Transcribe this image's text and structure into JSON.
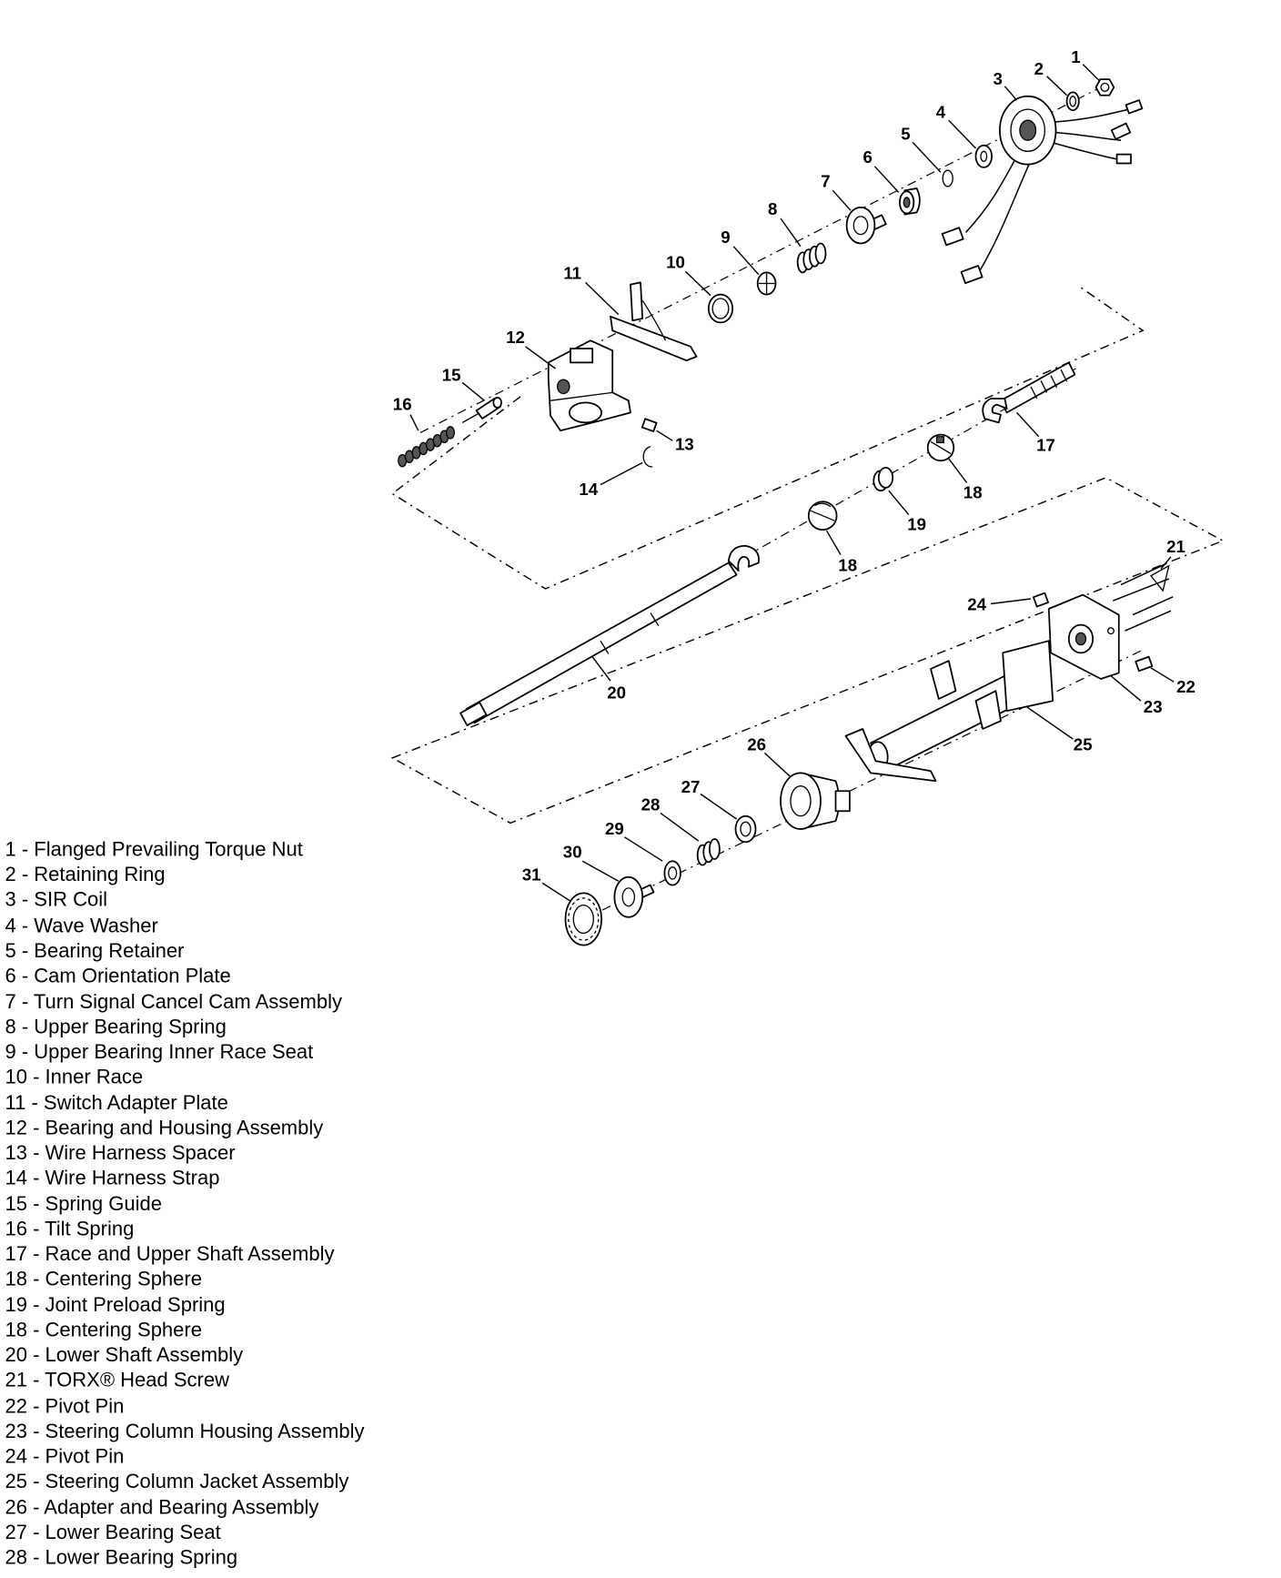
{
  "callouts": [
    "1",
    "2",
    "3",
    "4",
    "5",
    "6",
    "7",
    "8",
    "9",
    "10",
    "11",
    "12",
    "13",
    "14",
    "15",
    "16",
    "17",
    "18",
    "19",
    "18",
    "20",
    "21",
    "22",
    "23",
    "24",
    "25",
    "26",
    "27",
    "28",
    "29",
    "30",
    "31"
  ],
  "legend": [
    "1 - Flanged Prevailing Torque Nut",
    "2 - Retaining Ring",
    "3 - SIR Coil",
    "4 - Wave Washer",
    "5 - Bearing Retainer",
    "6 - Cam Orientation Plate",
    "7 - Turn Signal Cancel Cam Assembly",
    "8 - Upper Bearing Spring",
    "9 - Upper Bearing Inner Race Seat",
    "10 - Inner Race",
    "11 - Switch Adapter Plate",
    "12 - Bearing and Housing Assembly",
    "13 - Wire Harness Spacer",
    "14 - Wire Harness Strap",
    "15 - Spring Guide",
    "16 - Tilt Spring",
    "17 - Race and Upper Shaft Assembly",
    "18 - Centering Sphere",
    "19 - Joint Preload Spring",
    "18 - Centering Sphere",
    "20 - Lower Shaft Assembly",
    "21 - TORX® Head Screw",
    "22 - Pivot Pin",
    "23 - Steering Column Housing Assembly",
    "24 - Pivot Pin",
    "25 - Steering Column Jacket Assembly",
    "26 - Adapter and Bearing Assembly",
    "27 - Lower Bearing Seat",
    "28 - Lower Bearing Spring"
  ],
  "colors": {
    "ink": "#000000",
    "background": "#ffffff"
  }
}
